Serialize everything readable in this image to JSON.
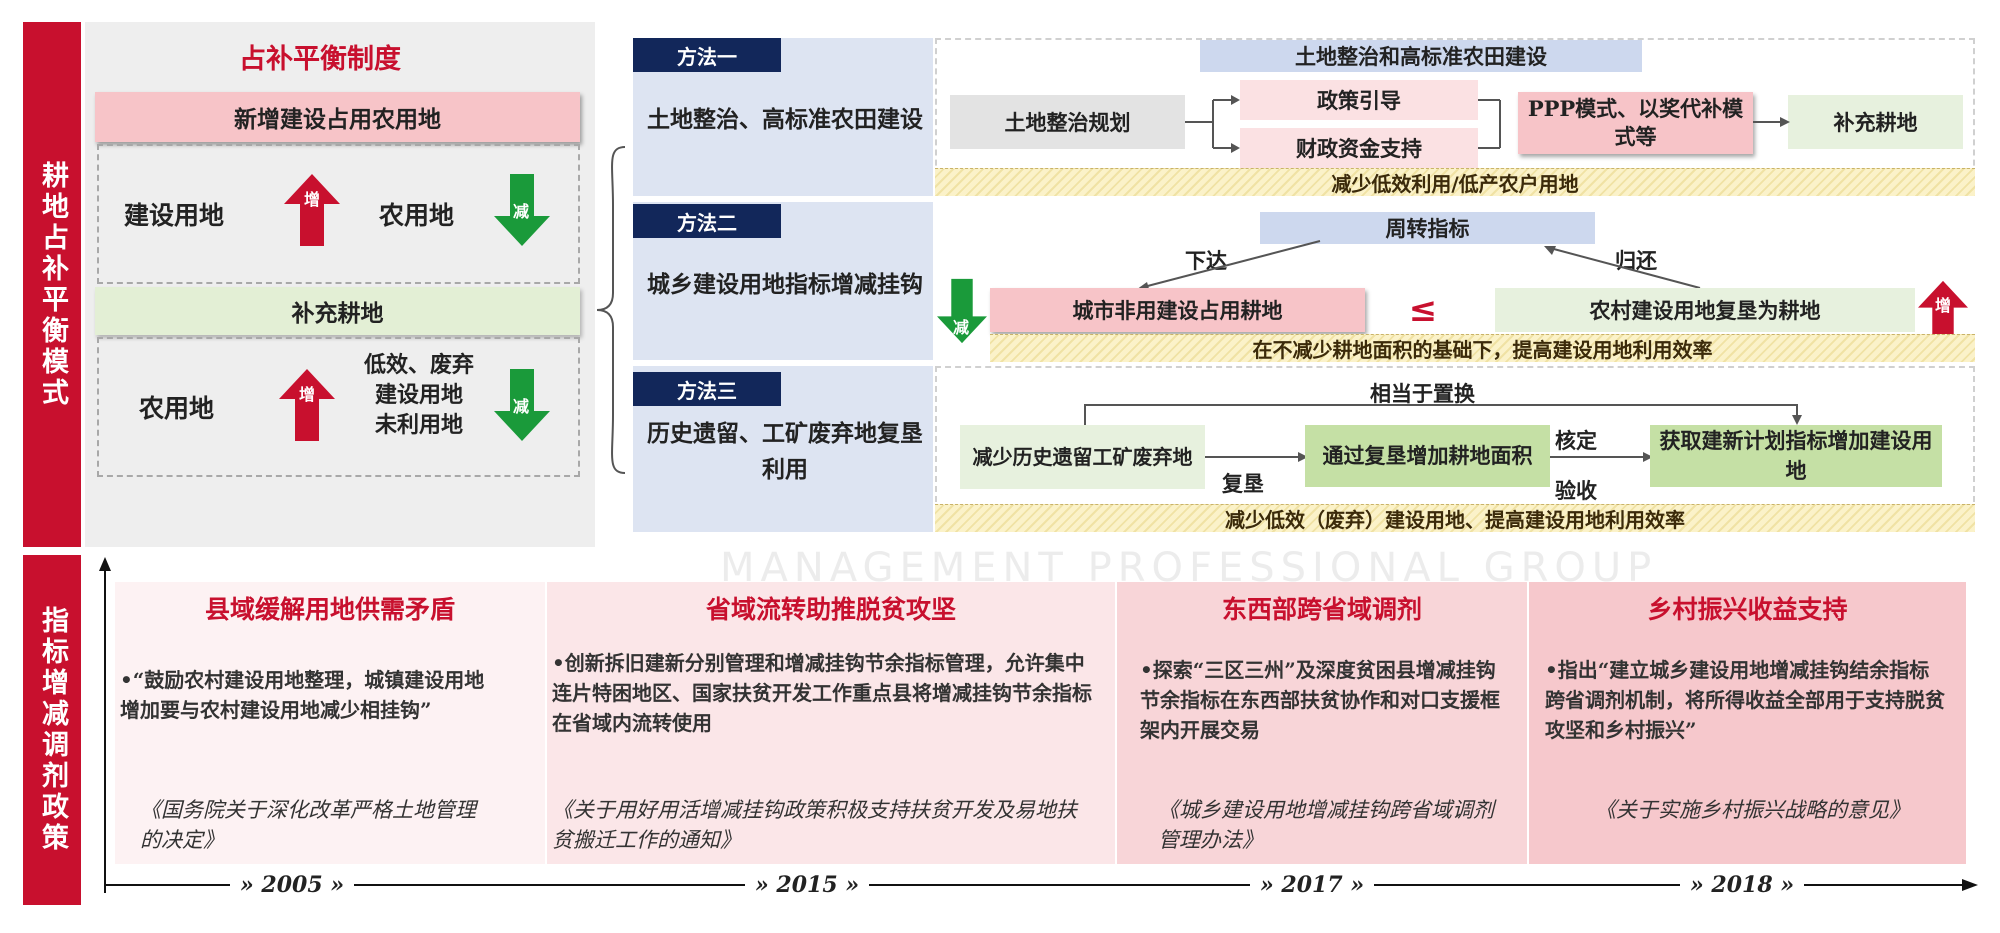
{
  "side_labels": {
    "top": "耕地占补平衡模式",
    "bottom": "指标增减调剂政策"
  },
  "left_panel": {
    "title": "占补平衡制度",
    "new_construction_header": "新增建设占用农用地",
    "construction_land": "建设用地",
    "farmland": "农用地",
    "increase_badge": "增",
    "decrease_badge": "减",
    "supplement_header": "补充耕地",
    "farmland2": "农用地",
    "low_efficiency_lines": [
      "低效、废弃",
      "建设用地",
      "未利用地"
    ]
  },
  "method1": {
    "tag": "方法一",
    "title": "土地整治、高标准农田建设",
    "top_label": "土地整治和高标准农田建设",
    "plan": "土地整治规划",
    "policy_guide": "政策引导",
    "fiscal_support": "财政资金支持",
    "ppp": "PPP模式、以奖代补模式等",
    "supplement": "补充耕地",
    "note": "减少低效利用/低产农户用地"
  },
  "method2": {
    "tag": "方法二",
    "title": "城乡建设用地指标增减挂钩",
    "top_label": "周转指标",
    "issue": "下达",
    "return": "归还",
    "city_box": "城市非用建设占用耕地",
    "leq": "≤",
    "rural_box": "农村建设用地复垦为耕地",
    "decrease_badge": "减",
    "increase_badge": "增",
    "note": "在不减少耕地面积的基础下，提高建设用地利用效率"
  },
  "method3": {
    "tag": "方法三",
    "title": "历史遗留、工矿废弃地复垦利用",
    "equivalent": "相当于置换",
    "reduce": "减少历史遗留工矿废弃地",
    "reclaim": "复垦",
    "increase_area": "通过复垦增加耕地面积",
    "verify": "核定",
    "accept": "验收",
    "obtain": "获取建新计划指标增加建设用地",
    "note": "减少低效（废弃）建设用地、提高建设用地利用效率"
  },
  "watermark": {
    "text": "MANAGEMENT PROFESSIONAL GROUP"
  },
  "policies": [
    {
      "title": "县域缓解用地供需矛盾",
      "text": "•“鼓励农村建设用地整理，城镇建设用地增加要与农村建设用地减少相挂钩”",
      "doc": "《国务院关于深化改革严格土地管理的决定》",
      "year": "2005"
    },
    {
      "title": "省域流转助推脱贫攻坚",
      "text": "•创新拆旧建新分别管理和增减挂钩节余指标管理，允许集中连片特困地区、国家扶贫开发工作重点县将增减挂钩节余指标在省域内流转使用",
      "doc": "《关于用好用活增减挂钩政策积极支持扶贫开发及易地扶贫搬迁工作的通知》",
      "year": "2015"
    },
    {
      "title": "东西部跨省域调剂",
      "text": "•探索“三区三州”及深度贫困县增减挂钩节余指标在东西部扶贫协作和对口支援框架内开展交易",
      "doc": "《城乡建设用地增减挂钩跨省域调剂管理办法》",
      "year": "2017"
    },
    {
      "title": "乡村振兴收益支持",
      "text": "•指出“建立城乡建设用地增减挂钩结余指标跨省调剂机制，将所得收益全部用于支持脱贫攻坚和乡村振兴”",
      "doc": "《关于实施乡村振兴战略的意见》",
      "year": "2018"
    }
  ],
  "colors": {
    "brand_red": "#c8102e",
    "navy": "#12275a",
    "pink": "#f7c4c8",
    "green": "#c5e0a5"
  }
}
